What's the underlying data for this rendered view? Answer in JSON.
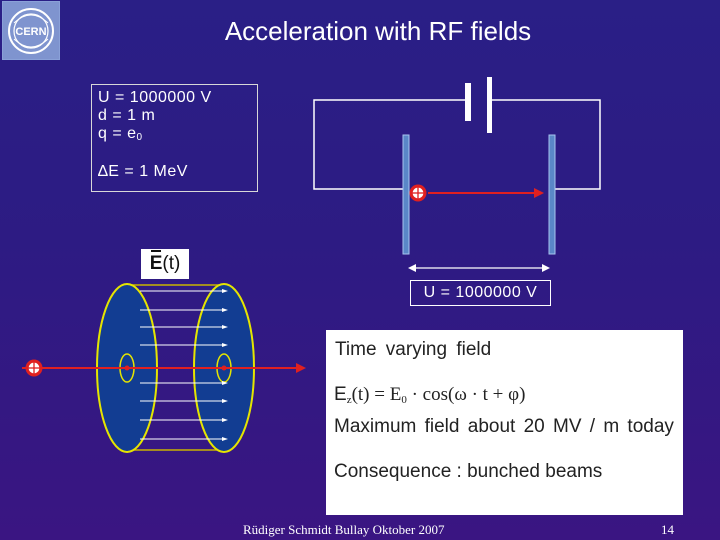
{
  "title": "Acceleration with RF fields",
  "logo": {
    "text": "CERN"
  },
  "parameters": {
    "voltage": "U = 1000000 V",
    "distance": "d = 1 m",
    "charge_prefix": "q = e",
    "charge_subscript": "0",
    "energy_gain": "∆E = 1 MeV"
  },
  "field_label": {
    "symbol": "E",
    "arg": "(t)"
  },
  "gap_voltage_label": "U = 1000000 V",
  "info": {
    "heading": "Time  varying  field",
    "formula_lhs_main": "E",
    "formula_lhs_sub": "z",
    "formula_lhs_rest": "(t) = E",
    "formula_e0_sub": "0",
    "formula_rhs": " · cos(ω · t + φ)",
    "max_field": "Maximum  field  about  20 MV / m  today",
    "consequence": "Consequence : bunched beams"
  },
  "footer": "Rüdiger Schmidt  Bullay Oktober 2007",
  "page_number": "14",
  "colors": {
    "background_top": "#2a1f86",
    "background_bottom": "#3a1582",
    "accent_red": "#d81e1e",
    "cavity_blue": "#123d92",
    "cavity_rim": "#e5e500",
    "plate_blue": "#5a87c8"
  }
}
